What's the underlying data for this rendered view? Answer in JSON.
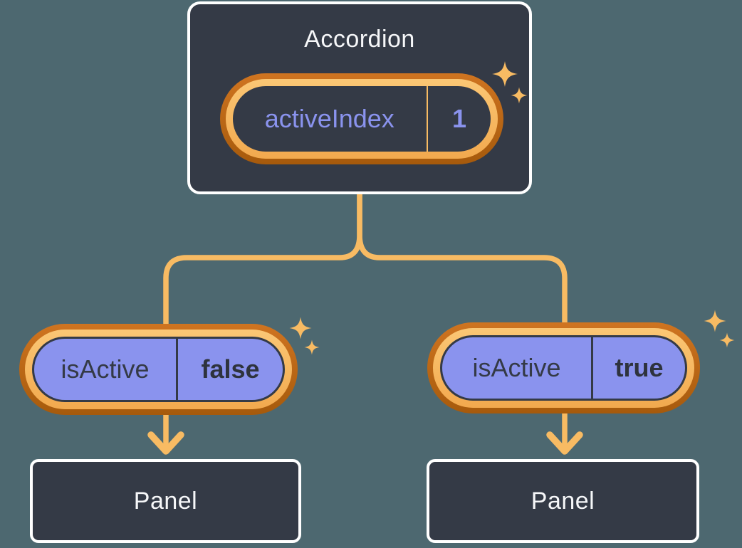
{
  "palette": {
    "background": "#4d6870",
    "card_bg": "#343a46",
    "card_border": "#ffffff",
    "text_light": "#f6f7f9",
    "text_dark": "#343a46",
    "purple": "#8a93ee",
    "orange_light": "#f8bb63",
    "orange_dark": "#b35f14"
  },
  "accordion": {
    "title": "Accordion",
    "state_pill": {
      "label": "activeIndex",
      "value": "1"
    }
  },
  "branches": [
    {
      "pill": {
        "label": "isActive",
        "value": "false"
      },
      "panel_label": "Panel"
    },
    {
      "pill": {
        "label": "isActive",
        "value": "true"
      },
      "panel_label": "Panel"
    }
  ]
}
